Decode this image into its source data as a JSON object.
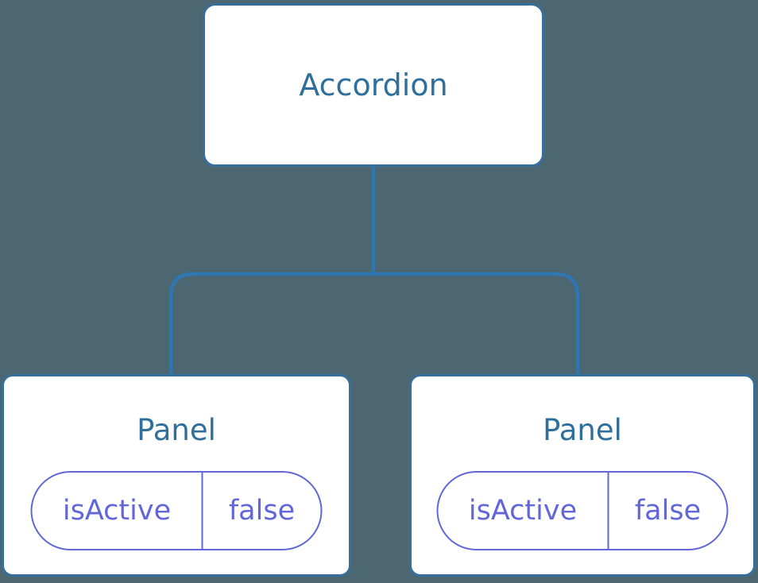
{
  "diagram": {
    "root": {
      "label": "Accordion"
    },
    "children": [
      {
        "label": "Panel",
        "state": {
          "key": "isActive",
          "value": "false"
        }
      },
      {
        "label": "Panel",
        "state": {
          "key": "isActive",
          "value": "false"
        }
      }
    ]
  },
  "colors": {
    "background": "#4C6771",
    "box_fill": "#FFFFFF",
    "box_border": "#376F9C",
    "connector_line": "#2E77B2",
    "component_text": "#2E6F9C",
    "state_purple": "#6166D8"
  }
}
